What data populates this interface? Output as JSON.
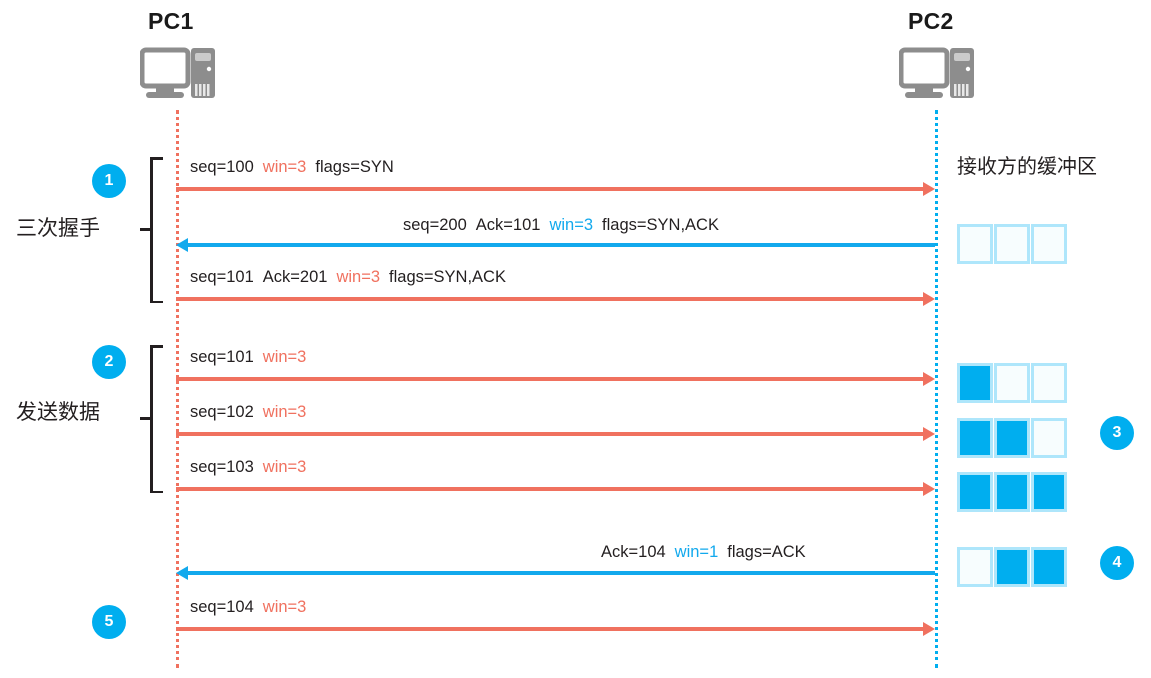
{
  "endpoints": {
    "left": {
      "label": "PC1",
      "icon": "desktop-computer-icon"
    },
    "right": {
      "label": "PC2",
      "icon": "desktop-computer-icon"
    }
  },
  "labels": {
    "handshake_group": "三次握手",
    "senddata_group": "发送数据",
    "buffer_title": "接收方的缓冲区"
  },
  "colors": {
    "red": "#F0715F",
    "blue": "#12A9ED",
    "badge": "#00AEEF",
    "buffer_border": "#AEE6FB",
    "buffer_fill": "#00AEEF",
    "text": "#231f20"
  },
  "badges": [
    {
      "id": "1",
      "number": "1"
    },
    {
      "id": "2",
      "number": "2"
    },
    {
      "id": "3",
      "number": "3"
    },
    {
      "id": "4",
      "number": "4"
    },
    {
      "id": "5",
      "number": "5"
    }
  ],
  "messages": [
    {
      "id": "syn",
      "direction": "right",
      "color": "red",
      "parts": [
        {
          "text": "seq=100",
          "style": "plain"
        },
        {
          "text": "win=3",
          "style": "red"
        },
        {
          "text": "flags=SYN",
          "style": "plain"
        }
      ]
    },
    {
      "id": "syn-ack",
      "direction": "left",
      "color": "blue",
      "parts": [
        {
          "text": "seq=200",
          "style": "plain"
        },
        {
          "text": "Ack=101",
          "style": "plain"
        },
        {
          "text": "win=3",
          "style": "blue"
        },
        {
          "text": "flags=SYN,ACK",
          "style": "plain"
        }
      ]
    },
    {
      "id": "ack",
      "direction": "right",
      "color": "red",
      "parts": [
        {
          "text": "seq=101",
          "style": "plain"
        },
        {
          "text": "Ack=201",
          "style": "plain"
        },
        {
          "text": "win=3",
          "style": "red"
        },
        {
          "text": "flags=SYN,ACK",
          "style": "plain"
        }
      ]
    },
    {
      "id": "data-101",
      "direction": "right",
      "color": "red",
      "parts": [
        {
          "text": "seq=101",
          "style": "plain"
        },
        {
          "text": "win=3",
          "style": "red"
        }
      ]
    },
    {
      "id": "data-102",
      "direction": "right",
      "color": "red",
      "parts": [
        {
          "text": "seq=102",
          "style": "plain"
        },
        {
          "text": "win=3",
          "style": "red"
        }
      ]
    },
    {
      "id": "data-103",
      "direction": "right",
      "color": "red",
      "parts": [
        {
          "text": "seq=103",
          "style": "plain"
        },
        {
          "text": "win=3",
          "style": "red"
        }
      ]
    },
    {
      "id": "ack-104",
      "direction": "left",
      "color": "blue",
      "parts": [
        {
          "text": "Ack=104",
          "style": "plain"
        },
        {
          "text": "win=1",
          "style": "blue"
        },
        {
          "text": "flags=ACK",
          "style": "plain"
        }
      ]
    },
    {
      "id": "data-104",
      "direction": "right",
      "color": "red",
      "parts": [
        {
          "text": "seq=104",
          "style": "plain"
        },
        {
          "text": "win=3",
          "style": "red"
        }
      ]
    }
  ],
  "buffers": [
    {
      "id": "buffer-empty",
      "cells": [
        false,
        false,
        false
      ]
    },
    {
      "id": "buffer-1of3",
      "cells": [
        true,
        false,
        false
      ]
    },
    {
      "id": "buffer-2of3",
      "cells": [
        true,
        true,
        false
      ]
    },
    {
      "id": "buffer-3of3",
      "cells": [
        true,
        true,
        true
      ]
    },
    {
      "id": "buffer-win1",
      "cells": [
        false,
        true,
        true
      ]
    }
  ]
}
